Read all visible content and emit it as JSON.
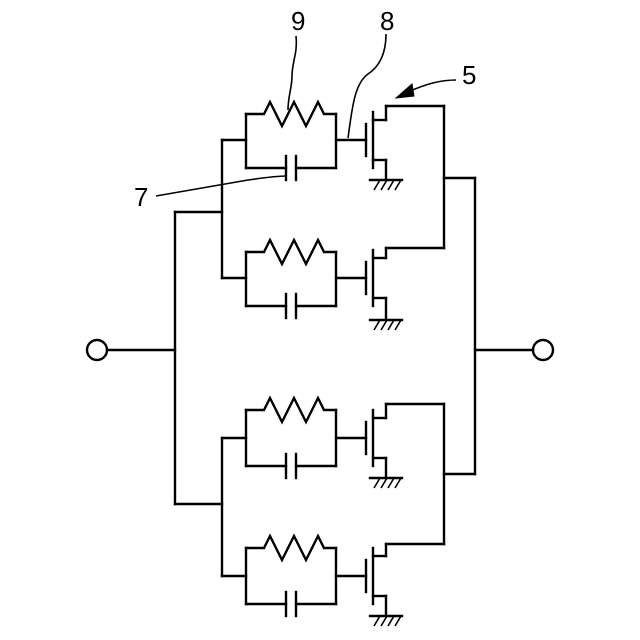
{
  "diagram": {
    "labels": {
      "label_9": "9",
      "label_8": "8",
      "label_5": "5",
      "label_7": "7"
    },
    "stages": [
      {
        "id": "stage-1"
      },
      {
        "id": "stage-2"
      },
      {
        "id": "stage-3"
      },
      {
        "id": "stage-4"
      }
    ],
    "terminals": [
      {
        "id": "input-terminal"
      },
      {
        "id": "output-terminal"
      }
    ]
  }
}
